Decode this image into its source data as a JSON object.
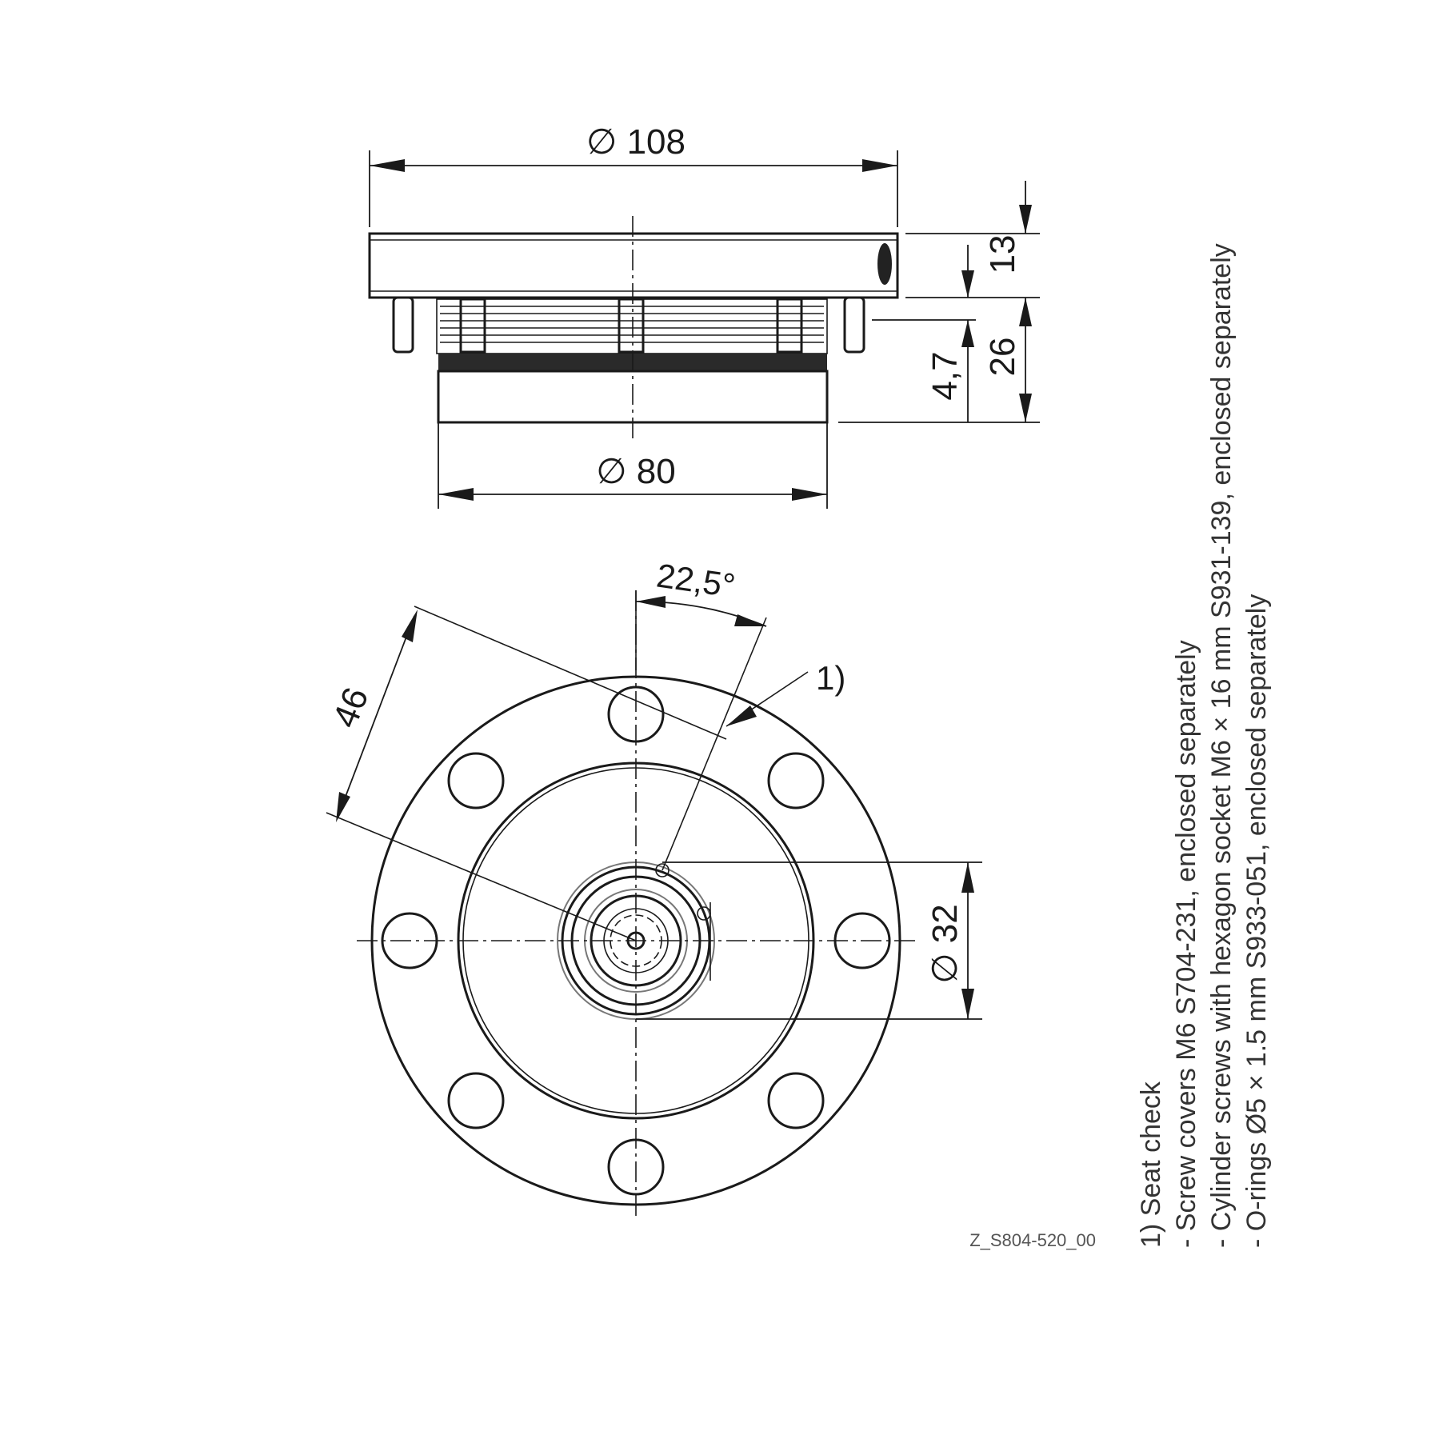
{
  "dimensions": {
    "outer_diameter": "∅ 108",
    "body_diameter": "∅ 80",
    "top_height": "13",
    "total_height": "26",
    "oring_offset": "4,7",
    "angle": "22,5°",
    "bolt_circle_half": "46",
    "bore_diameter": "∅ 32"
  },
  "callouts": {
    "seat_check": "1)"
  },
  "notes": [
    "1) Seat check",
    "-  Screw covers M6 S704-231, enclosed separately",
    "-  Cylinder screws with hexagon socket M6 × 16 mm S931-139, enclosed separately",
    "-  O-rings Ø5 × 1.5 mm S933-051, enclosed separately"
  ],
  "drawing_ref": "Z_S804-520_00"
}
